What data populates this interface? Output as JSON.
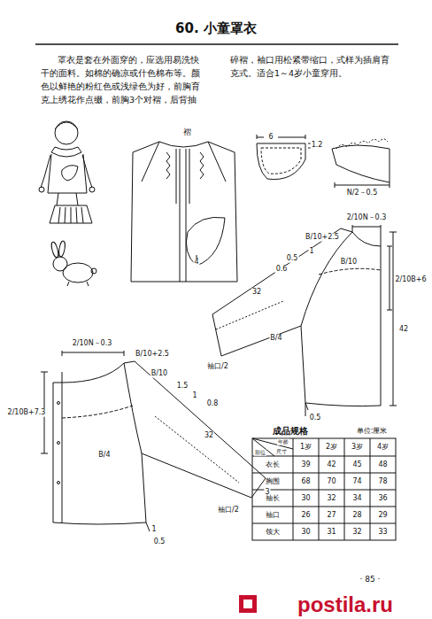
{
  "diagram": {
    "title": "60. 小童罩衣",
    "labels": [
      "罩衣是套在外面穿的，应选用易洗快干的面料。如棉的确凉或什色棉布等。颜色以鲜艳的粉红色或浅绿色为好，前胸育克上绣花作点缀，前胸3个对褶，后背抽碎褶，袖口用松紧带缩口，式样为插肩育克式。适合1～4岁小童穿用。",
      "褶",
      "4",
      "6",
      "1.2",
      "N/2－0.5",
      "2/10N－0.3",
      "B/10+2.5",
      "1",
      "0.5",
      "B/10",
      "0.6",
      "2/10B+6",
      "32",
      "42",
      "袖口/2",
      "B/4",
      "0.5",
      "2/10N－0.3",
      "B/10+2.5",
      "B/10",
      "1.5",
      "1",
      "0.8",
      "2/10B+7.3",
      "B/4",
      "32",
      "袖口/2",
      "3",
      "1",
      "0.5",
      "成品规格",
      "单位:厘米",
      "尺寸",
      "年龄",
      "部位",
      "1岁",
      "2岁",
      "3岁",
      "4岁",
      "衣长",
      "39",
      "42",
      "45",
      "48",
      "胸围",
      "68",
      "70",
      "74",
      "78",
      "袖长",
      "30",
      "32",
      "34",
      "36",
      "袖口",
      "26",
      "27",
      "28",
      "29",
      "领大",
      "30",
      "31",
      "32",
      "33",
      "· 85 ·",
      "postila.ru"
    ]
  }
}
